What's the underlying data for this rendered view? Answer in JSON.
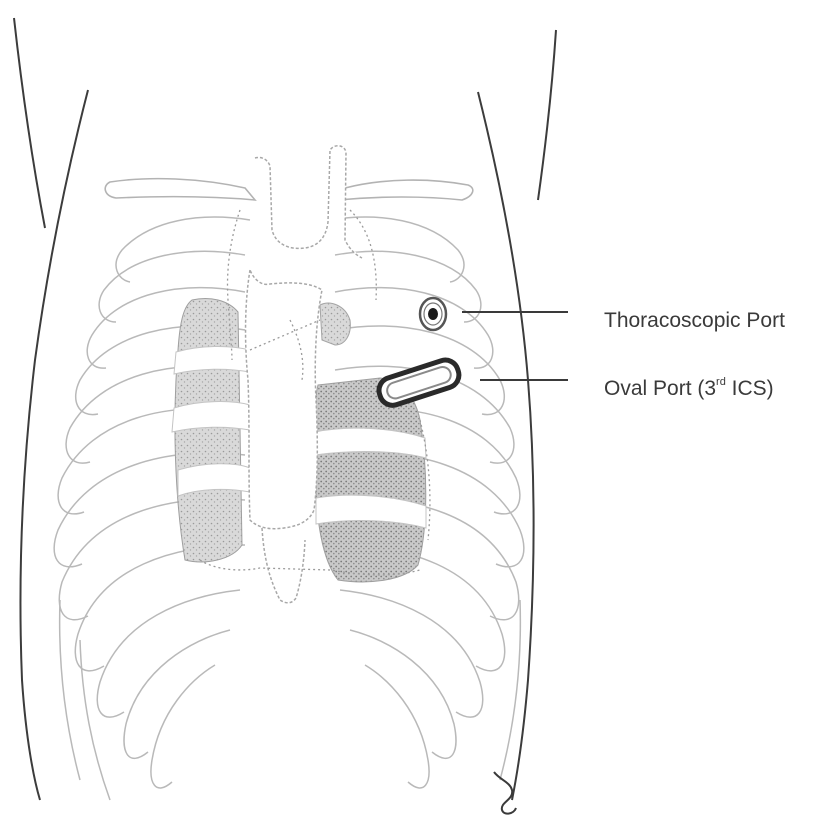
{
  "labels": {
    "thoracoscopic_port": "Thoracoscopic Port",
    "oval_port_prefix": "Oval Port (3",
    "oval_port_sup": "rd",
    "oval_port_suffix": " ICS)"
  },
  "colors": {
    "outline": "#3c3c3c",
    "rib": "#b9b9b9",
    "lung_shade": "#bdbdbd",
    "port_dark": "#2a2a2a"
  }
}
